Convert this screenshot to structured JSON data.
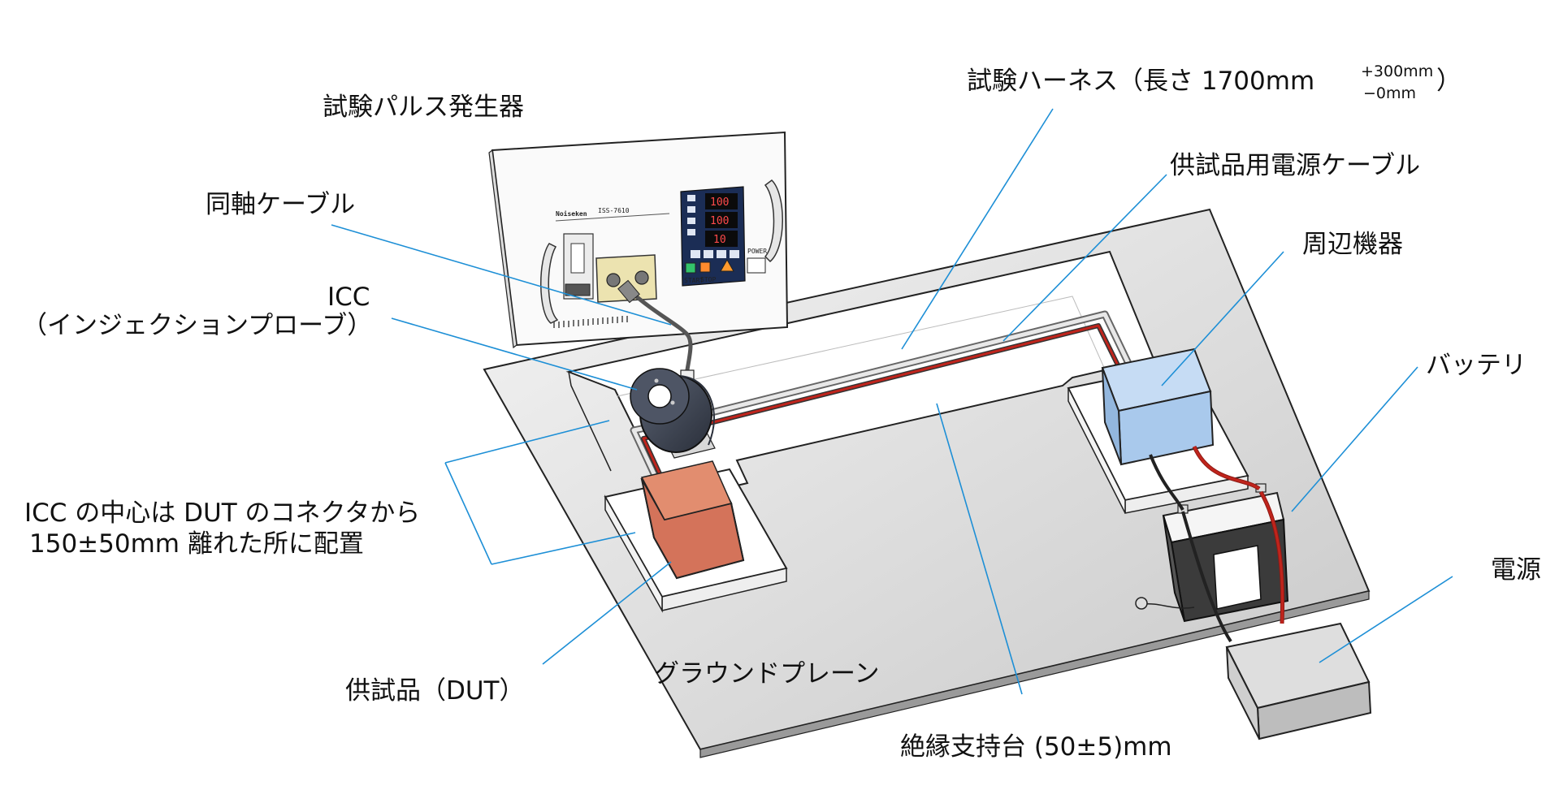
{
  "labels": {
    "pulse_generator": "試験パルス発生器",
    "coax_cable": "同軸ケーブル",
    "icc": "ICC",
    "icc_sub": "（インジェクションプローブ）",
    "icc_position_line1": "ICC の中心は DUT のコネクタから",
    "icc_position_line2": "150±50mm 離れた所に配置",
    "dut": "供試品（DUT）",
    "ground_plane": "グラウンドプレーン",
    "insulating_support": "絶縁支持台 (50±5)mm",
    "harness_prefix": "試験ハーネス（長さ 1700mm",
    "harness_tol_plus": "+300mm",
    "harness_tol_minus": "−0mm",
    "harness_suffix": "）",
    "dut_power_cable": "供試品用電源ケーブル",
    "peripheral": "周辺機器",
    "battery": "バッテリ",
    "power_supply": "電源"
  },
  "device": {
    "brand": "Noiseken",
    "model": "ISS-7610",
    "display_values": [
      "100",
      "100",
      "10"
    ],
    "button_labels": [
      "START",
      "STOP",
      "POWER"
    ]
  },
  "colors": {
    "leader": "#1d8fd6",
    "dut_box": "#d9775a",
    "peripheral_box": "#a9c9ec",
    "harness_red": "#c0241c",
    "battery_body": "#3b3b3b",
    "power_supply": "#cfcfcf",
    "icc_probe": "#3d4452"
  }
}
